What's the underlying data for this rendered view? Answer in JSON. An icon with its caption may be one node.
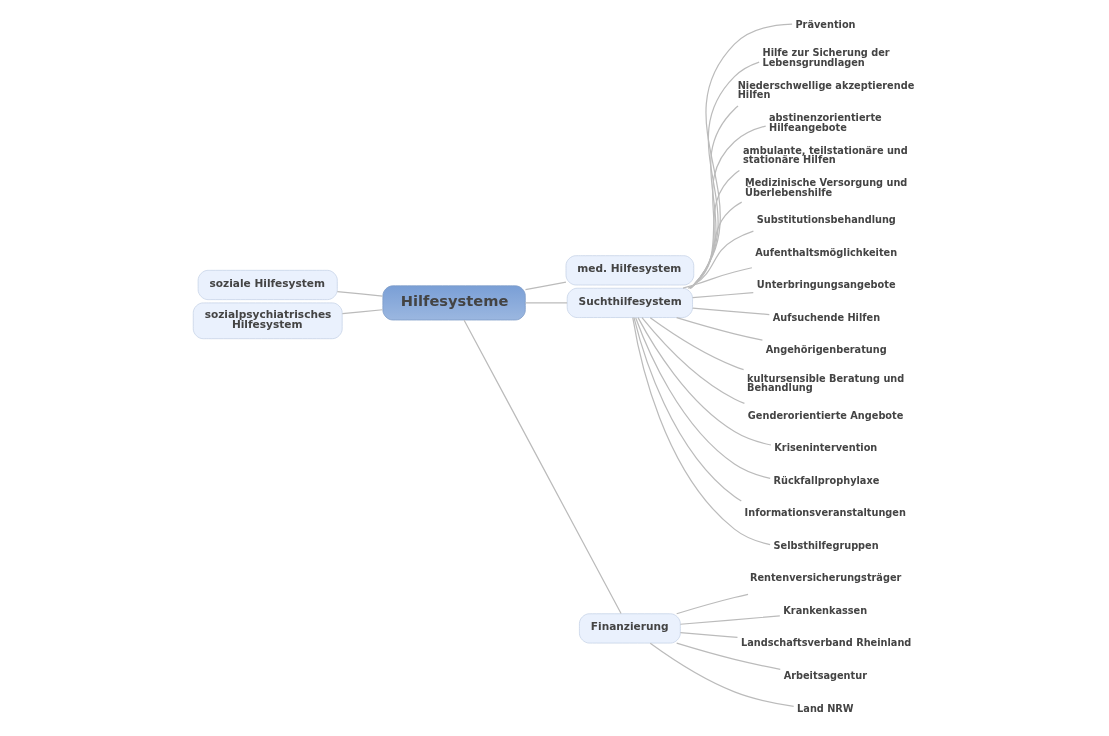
{
  "diagram": {
    "nodes": [
      {
        "text": [
          "Hilfesysteme"
        ]
      },
      {
        "text": [
          "med. Hilfesystem"
        ]
      },
      {
        "text": [
          "soziale Hilfesystem"
        ]
      },
      {
        "text": [
          "Suchthilfesystem"
        ]
      },
      {
        "text": [
          "sozialpsychiatrisches Hilfesystem"
        ]
      },
      {
        "text": [
          "Finanzierung"
        ]
      },
      {
        "text": [
          "Prävention"
        ]
      },
      {
        "text": [
          "Hilfe zur Sicherung der Lebensgrundlagen"
        ]
      },
      {
        "text": [
          "Niederschwellige akzeptierende Hilfen"
        ]
      },
      {
        "text": [
          "abstinenzorientierte Hilfeangebote"
        ]
      },
      {
        "text": [
          "ambulante, teilstationäre und stationäre Hilfen"
        ]
      },
      {
        "text": [
          "Medizinische Versorgung und Überlebenshilfe"
        ]
      },
      {
        "text": [
          "Substitutionsbehandlung"
        ]
      },
      {
        "text": [
          "Aufenthaltsmöglichkeiten"
        ]
      },
      {
        "text": [
          "Unterbringungsangebote"
        ]
      },
      {
        "text": [
          "Aufsuchende Hilfen"
        ]
      },
      {
        "text": [
          "Angehörigenberatung"
        ]
      },
      {
        "text": [
          "kultursensible Beratung und Behandlung"
        ]
      },
      {
        "text": [
          "Genderorientierte Angebote"
        ]
      },
      {
        "text": [
          "Krisenintervention"
        ]
      },
      {
        "text": [
          "Rückfallprophylaxe"
        ]
      },
      {
        "text": [
          "Informationsveranstaltungen"
        ]
      },
      {
        "text": [
          "Selbsthilfegruppen"
        ]
      },
      {
        "text": [
          "Rentenversicherungsträger"
        ]
      },
      {
        "text": [
          "Krankenkassen"
        ]
      },
      {
        "text": [
          "Landschaftsverband Rheinland"
        ]
      },
      {
        "text": [
          "Arbeitsagentur"
        ]
      },
      {
        "text": [
          "Land NRW"
        ]
      }
    ],
    "edges": [
      {
        "from": 0,
        "to": 1,
        "arrow": "none"
      },
      {
        "from": 0,
        "to": 2,
        "arrow": "none"
      },
      {
        "from": 0,
        "to": 3,
        "arrow": "none"
      },
      {
        "from": 0,
        "to": 4,
        "arrow": "none"
      },
      {
        "from": 0,
        "to": 5,
        "arrow": "none"
      },
      {
        "from": 3,
        "to": 6,
        "arrow": "none"
      },
      {
        "from": 3,
        "to": 7,
        "arrow": "none"
      },
      {
        "from": 3,
        "to": 8,
        "arrow": "none"
      },
      {
        "from": 3,
        "to": 9,
        "arrow": "none"
      },
      {
        "from": 3,
        "to": 10,
        "arrow": "none"
      },
      {
        "from": 3,
        "to": 11,
        "arrow": "none"
      },
      {
        "from": 3,
        "to": 12,
        "arrow": "none"
      },
      {
        "from": 3,
        "to": 13,
        "arrow": "none"
      },
      {
        "from": 3,
        "to": 14,
        "arrow": "none"
      },
      {
        "from": 3,
        "to": 15,
        "arrow": "none"
      },
      {
        "from": 3,
        "to": 16,
        "arrow": "none"
      },
      {
        "from": 3,
        "to": 17,
        "arrow": "none"
      },
      {
        "from": 3,
        "to": 18,
        "arrow": "none"
      },
      {
        "from": 3,
        "to": 19,
        "arrow": "none"
      },
      {
        "from": 3,
        "to": 20,
        "arrow": "none"
      },
      {
        "from": 3,
        "to": 21,
        "arrow": "none"
      },
      {
        "from": 3,
        "to": 22,
        "arrow": "none"
      },
      {
        "from": 5,
        "to": 23,
        "arrow": "none"
      },
      {
        "from": 5,
        "to": 24,
        "arrow": "none"
      },
      {
        "from": 5,
        "to": 25,
        "arrow": "none"
      },
      {
        "from": 5,
        "to": 26,
        "arrow": "none"
      },
      {
        "from": 5,
        "to": 27,
        "arrow": "none"
      }
    ]
  }
}
